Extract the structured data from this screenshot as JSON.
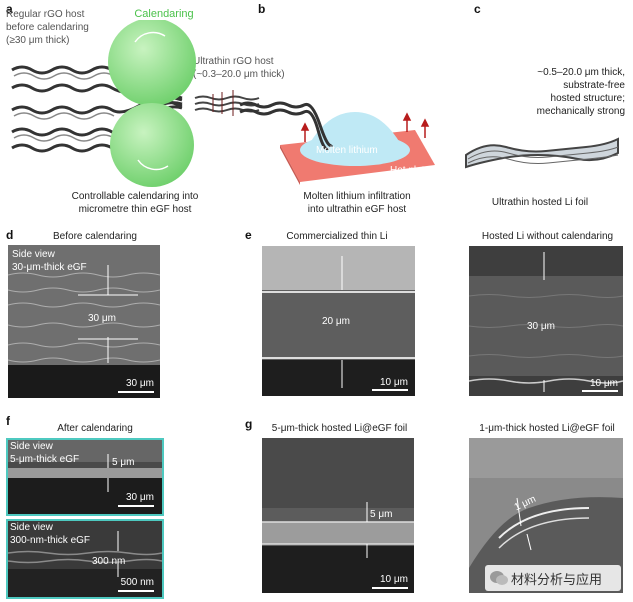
{
  "panel_a": {
    "letter": "a",
    "regular_host": "Regular rGO host\nbefore calendaring\n(≥30 μm thick)",
    "calendaring": "Calendaring",
    "ultrathin_host": "Ultrathin rGO host\n(~0.3–20.0 μm thick)",
    "caption": "Controllable calendaring into\nmicrometre thin eGF host"
  },
  "panel_b": {
    "letter": "b",
    "molten_lithium": "Molten lithium",
    "hot_plate": "Hot plate",
    "caption": "Molten lithium infiltration\ninto ultrathin eGF host"
  },
  "panel_c": {
    "letter": "c",
    "description": "~0.5–20.0 μm thick,\nsubstrate-free\nhosted structure;\nmechanically strong",
    "caption": "Ultrathin hosted Li foil"
  },
  "panel_d": {
    "letter": "d",
    "title": "Before calendaring",
    "side_view": "Side view",
    "sample": "30-μm-thick eGF",
    "measure": "30 μm",
    "scale": "30 μm"
  },
  "panel_e": {
    "letter": "e",
    "left_title": "Commercialized thin Li",
    "left_measure": "20 μm",
    "left_scale": "10 μm",
    "right_title": "Hosted Li without calendaring",
    "right_measure": "30 μm",
    "right_scale": "10 μm"
  },
  "panel_f": {
    "letter": "f",
    "title": "After calendaring",
    "top_side_view": "Side view",
    "top_sample": "5-μm-thick eGF",
    "top_measure": "5 μm",
    "top_scale": "30 μm",
    "bottom_side_view": "Side view",
    "bottom_sample": "300-nm-thick eGF",
    "bottom_measure": "300 nm",
    "bottom_scale": "500 nm"
  },
  "panel_g": {
    "letter": "g",
    "left_title": "5-μm-thick hosted Li@eGF foil",
    "left_measure": "5 μm",
    "left_scale": "10 μm",
    "right_title": "1-μm-thick hosted Li@eGF foil",
    "right_measure": "1 μm"
  },
  "watermark": "材料分析与应用",
  "colors": {
    "roller_green": "#8fd98a",
    "hot_plate": "#f07a70",
    "molten_li": "#bfe9f5",
    "frame_teal": "#4ec9c0"
  }
}
